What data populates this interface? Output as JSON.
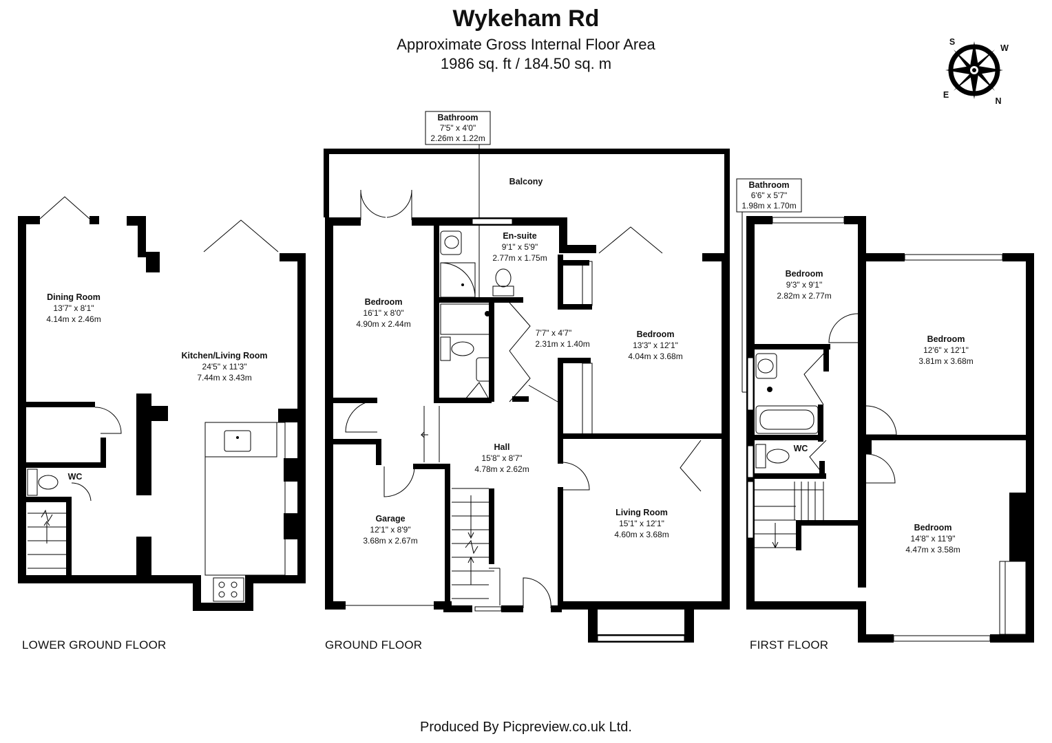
{
  "header": {
    "title": "Wykeham Rd",
    "subtitle": "Approximate Gross Internal Floor Area",
    "area": "1986 sq. ft / 184.50 sq. m"
  },
  "compass": {
    "s": "S",
    "w": "W",
    "e": "E",
    "n": "N"
  },
  "floors": {
    "lower_ground": {
      "label": "LOWER GROUND FLOOR",
      "dining": {
        "name": "Dining Room",
        "imperial": "13'7\" x 8'1\"",
        "metric": "4.14m x 2.46m"
      },
      "kitchen": {
        "name": "Kitchen/Living Room",
        "imperial": "24'5\" x 11'3\"",
        "metric": "7.44m x 3.43m"
      },
      "wc": {
        "name": "WC"
      }
    },
    "ground": {
      "label": "GROUND FLOOR",
      "bathroom": {
        "name": "Bathroom",
        "imperial": "7'5\" x 4'0\"",
        "metric": "2.26m x 1.22m"
      },
      "balcony": {
        "name": "Balcony"
      },
      "bedroom_left": {
        "name": "Bedroom",
        "imperial": "16'1\" x 8'0\"",
        "metric": "4.90m x 2.44m"
      },
      "ensuite": {
        "name": "En-suite",
        "imperial": "9'1\" x 5'9\"",
        "metric": "2.77m x 1.75m"
      },
      "closet": {
        "imperial": "7'7\" x 4'7\"",
        "metric": "2.31m x 1.40m"
      },
      "bedroom_right": {
        "name": "Bedroom",
        "imperial": "13'3\" x 12'1\"",
        "metric": "4.04m x 3.68m"
      },
      "hall": {
        "name": "Hall",
        "imperial": "15'8\" x 8'7\"",
        "metric": "4.78m x 2.62m"
      },
      "garage": {
        "name": "Garage",
        "imperial": "12'1\" x 8'9\"",
        "metric": "3.68m x 2.67m"
      },
      "living": {
        "name": "Living Room",
        "imperial": "15'1\" x 12'1\"",
        "metric": "4.60m x 3.68m"
      }
    },
    "first": {
      "label": "FIRST FLOOR",
      "bathroom": {
        "name": "Bathroom",
        "imperial": "6'6\" x 5'7\"",
        "metric": "1.98m x 1.70m"
      },
      "bedroom_small": {
        "name": "Bedroom",
        "imperial": "9'3\" x 9'1\"",
        "metric": "2.82m x 2.77m"
      },
      "bedroom_right": {
        "name": "Bedroom",
        "imperial": "12'6\" x 12'1\"",
        "metric": "3.81m x 3.68m"
      },
      "wc": {
        "name": "WC"
      },
      "bedroom_bottom": {
        "name": "Bedroom",
        "imperial": "14'8\" x 11'9\"",
        "metric": "4.47m x 3.58m"
      }
    }
  },
  "footer": {
    "credit": "Produced By Picpreview.co.uk Ltd."
  }
}
